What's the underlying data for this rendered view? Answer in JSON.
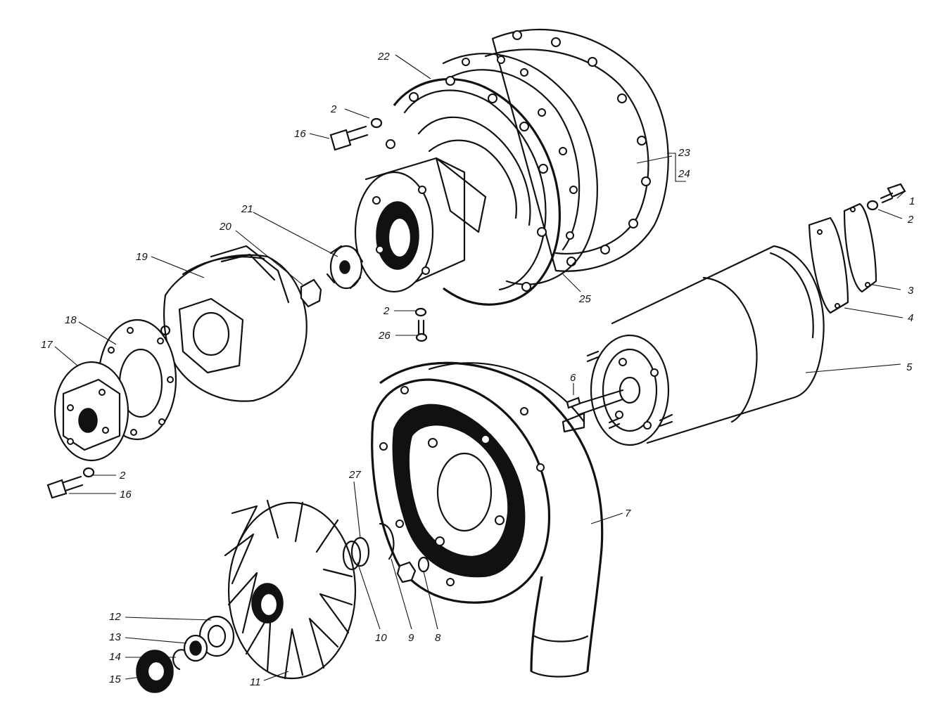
{
  "callouts": {
    "c1": "1",
    "c2a": "2",
    "c2b": "2",
    "c2c": "2",
    "c2d": "2",
    "c3": "3",
    "c4": "4",
    "c5": "5",
    "c6": "6",
    "c7": "7",
    "c8": "8",
    "c9": "9",
    "c10": "10",
    "c11": "11",
    "c12": "12",
    "c13": "13",
    "c14": "14",
    "c15": "15",
    "c16a": "16",
    "c16b": "16",
    "c17": "17",
    "c18": "18",
    "c19": "19",
    "c20": "20",
    "c21": "21",
    "c22": "22",
    "c23": "23",
    "c24": "24",
    "c25": "25",
    "c26": "26",
    "c27": "27"
  }
}
